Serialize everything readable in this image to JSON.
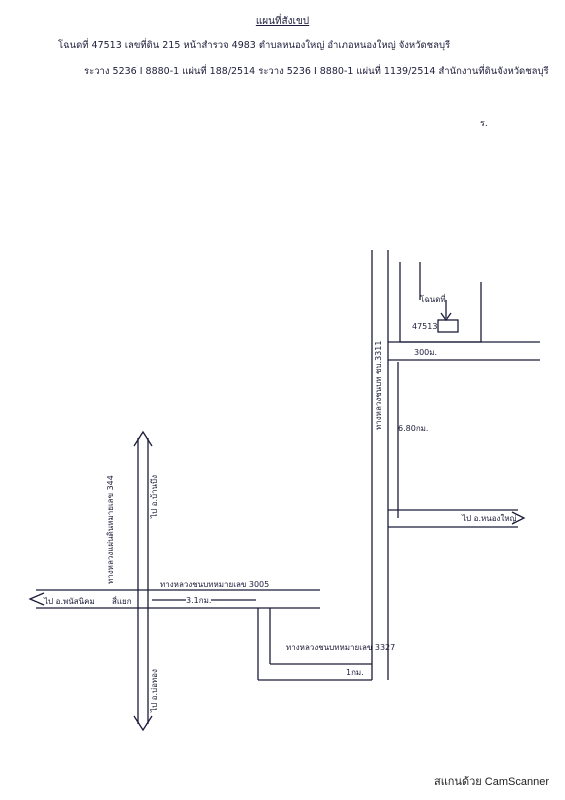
{
  "header": {
    "title": "แผนที่สังเขป",
    "line1": "โฉนดที่ 47513 เลขที่ดิน 215 หน้าสำรวจ 4983 ตำบลหนองใหญ่ อำเภอหนองใหญ่ จังหวัดชลบุรี",
    "line2": "ระวาง 5236 I 8880-1 แผ่นที่ 188/2514 ระวาง 5236 I 8880-1 แผ่นที่ 1139/2514 สำนักงานที่ดินจังหวัดชลบุรี",
    "mark": "ร."
  },
  "map": {
    "parcel_label": "โฉนดที่",
    "parcel_number": "47513",
    "width_top": "300ม.",
    "road_right_label": "ทางหลวงชนบท ชบ.3311",
    "dist_vertical": "6.80กม.",
    "direction_right": "ไป อ.หนองใหญ่",
    "road_left_vertical": "ทางหลวงแผ่นดินหมายเลข 344",
    "direction_up": "ไป อ.บ้านบึง",
    "direction_down": "ไป อ.บ่อทอง",
    "direction_left": "ไป อ.พนัสนิคม",
    "junction_label": "สี่แยก",
    "road_horizontal_label": "ทางหลวงชนบทหมายเลข 3005",
    "dist_horizontal": "3.1กม.",
    "road_lower_label": "ทางหลวงชนบทหมายเลข 3327",
    "dist_lower": "1กม."
  },
  "footer": {
    "scanner_text": "สแกนด้วย CamScanner"
  }
}
